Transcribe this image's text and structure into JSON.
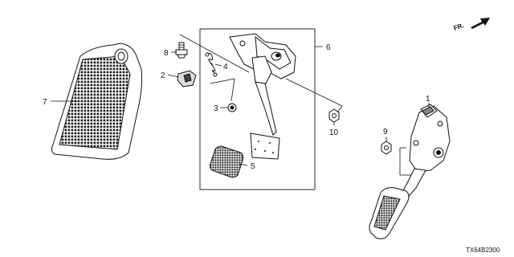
{
  "orientation": {
    "label": "FR."
  },
  "callouts": {
    "c1": "1",
    "c2": "2",
    "c3": "3",
    "c4": "4",
    "c5": "5",
    "c6": "6",
    "c7": "7",
    "c8": "8",
    "c9": "9",
    "c10": "10"
  },
  "diagram_code": "TX64B2300",
  "colors": {
    "line": "#111111",
    "background": "#ffffff",
    "pad_texture": "#1a1a1a"
  }
}
